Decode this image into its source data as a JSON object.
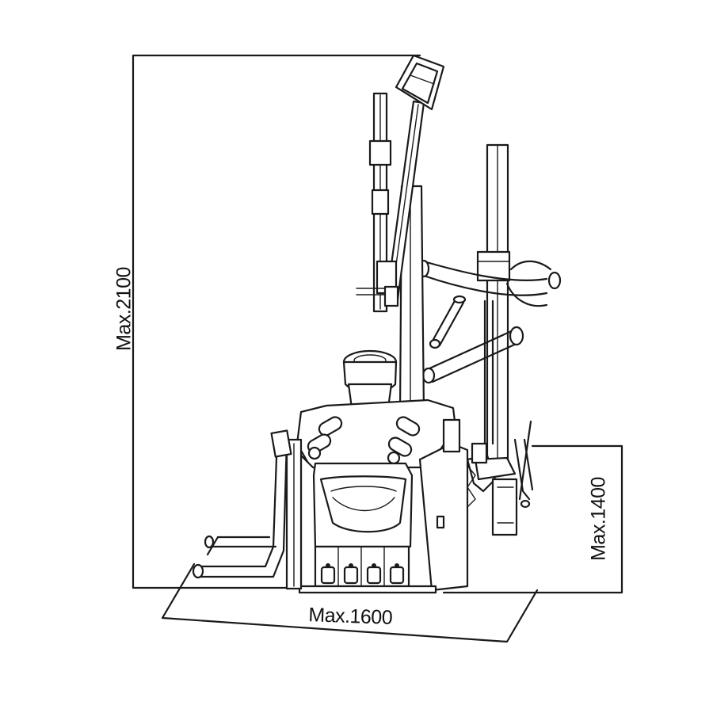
{
  "dimensions": {
    "height_label": "Max.2100",
    "width_label": "Max.1600",
    "depth_label": "Max.1400"
  }
}
